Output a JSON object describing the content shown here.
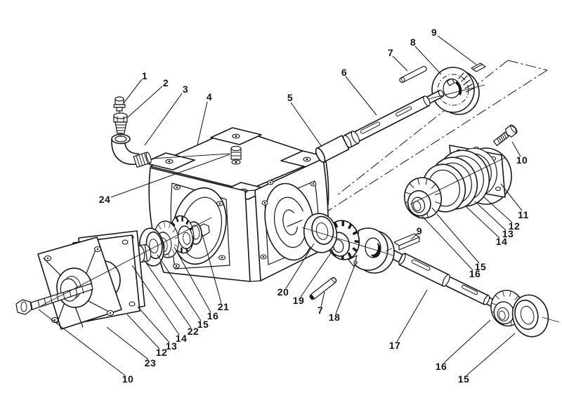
{
  "figure": {
    "type": "exploded-parts-diagram",
    "subject": "right-angle gearbox assembly with shafts, bearings, gears and flanges",
    "background": "#ffffff",
    "line_color": "#161616"
  },
  "callouts": [
    {
      "label": "1"
    },
    {
      "label": "2"
    },
    {
      "label": "3"
    },
    {
      "label": "4"
    },
    {
      "label": "5"
    },
    {
      "label": "6"
    },
    {
      "label": "7"
    },
    {
      "label": "8"
    },
    {
      "label": "9"
    },
    {
      "label": "10"
    },
    {
      "label": "11"
    },
    {
      "label": "12"
    },
    {
      "label": "13"
    },
    {
      "label": "14"
    },
    {
      "label": "15"
    },
    {
      "label": "16"
    },
    {
      "label": "9"
    },
    {
      "label": "20"
    },
    {
      "label": "19"
    },
    {
      "label": "7"
    },
    {
      "label": "18"
    },
    {
      "label": "17"
    },
    {
      "label": "16"
    },
    {
      "label": "15"
    },
    {
      "label": "21"
    },
    {
      "label": "16"
    },
    {
      "label": "15"
    },
    {
      "label": "22"
    },
    {
      "label": "14"
    },
    {
      "label": "13"
    },
    {
      "label": "12"
    },
    {
      "label": "23"
    },
    {
      "label": "10"
    },
    {
      "label": "24"
    }
  ]
}
